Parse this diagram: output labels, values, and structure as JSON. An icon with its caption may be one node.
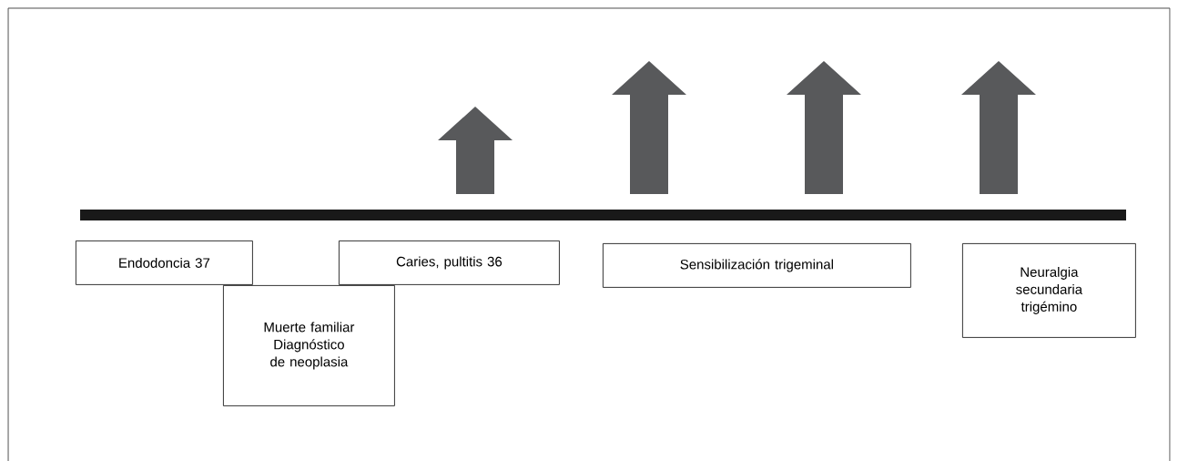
{
  "diagram": {
    "nodes": [
      {
        "text": [
          "Endodoncia 37"
        ]
      },
      {
        "text": [
          "Caries, pultitis 36"
        ]
      },
      {
        "text": [
          "Muerte familiar",
          "Diagnóstico de neoplasia"
        ]
      },
      {
        "text": [
          "Sensibilización trigeminal"
        ]
      },
      {
        "text": [
          "Neuralgia secundaria trigémino"
        ]
      }
    ]
  }
}
